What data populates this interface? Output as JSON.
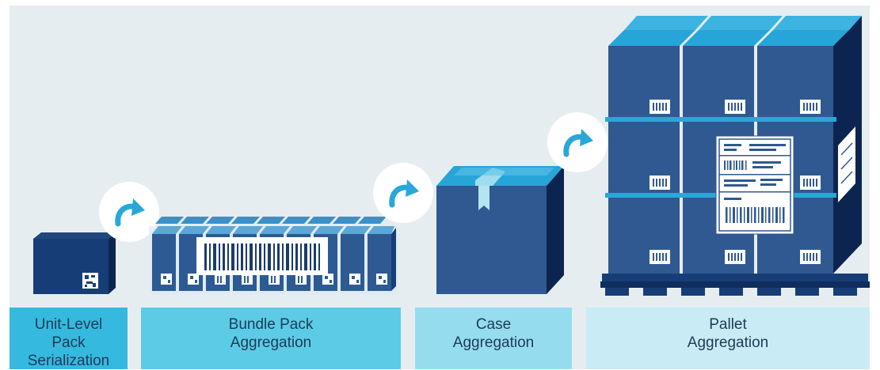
{
  "stages": [
    {
      "label": "Unit-Level\nPack\nSerialization",
      "color": "#35b9df"
    },
    {
      "label": "Bundle Pack\nAggregation",
      "color": "#5ccbe6"
    },
    {
      "label": "Case\nAggregation",
      "color": "#96dcef"
    },
    {
      "label": "Pallet\nAggregation",
      "color": "#c9ebf5"
    }
  ],
  "colors": {
    "background": "#e6edf1",
    "box_front": "#2b4f86",
    "box_side": "#0f2d5e",
    "box_top": "#29a7d8",
    "arrow": "#29a7d8",
    "circle": "#ffffff"
  },
  "icons": [
    "curved-arrow-icon",
    "barcode-icon",
    "datamatrix-icon",
    "shipping-label-icon",
    "pallet-icon"
  ]
}
